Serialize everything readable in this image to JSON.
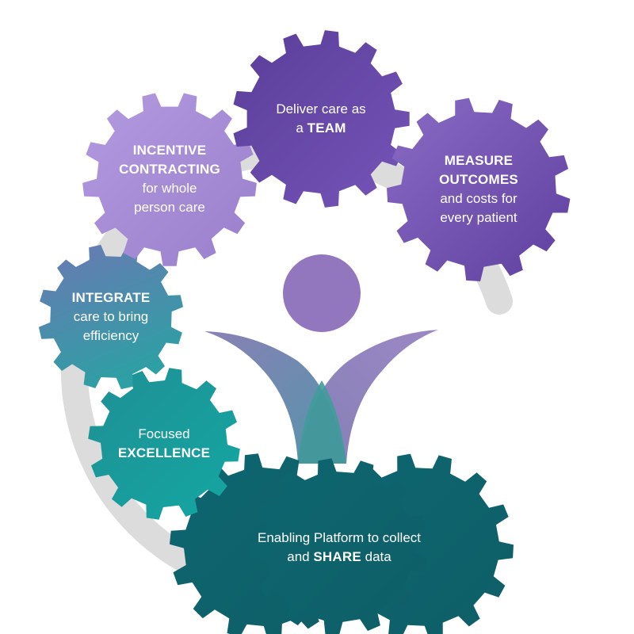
{
  "colors": {
    "ring": "#dcdcdc",
    "gear_light_purple": "#a58bd4",
    "gear_deep_purple": "#6a4bab",
    "gear_purple": "#7454ae",
    "gear_teal_purple": "#5f7fb0",
    "gear_teal": "#1f9a9a",
    "gear_dark_teal": "#0f6a72",
    "logo_head": "#8c6fbb",
    "logo_left_arm": "#5f78a8",
    "logo_right_arm": "#7a67ad",
    "logo_center": "#3f9c9a"
  },
  "gears": {
    "incentive": {
      "strong1": "INCENTIVE",
      "strong2": "CONTRACTING",
      "line3": "for whole",
      "line4": "person care"
    },
    "team": {
      "line1": "Deliver care as",
      "prefix": "a",
      "strong": "TEAM"
    },
    "measure": {
      "strong1": "MEASURE",
      "strong2": "OUTCOMES",
      "line3": "and costs for",
      "line4": "every patient"
    },
    "integrate": {
      "strong": "INTEGRATE",
      "line2": "care to bring",
      "line3": "efficiency"
    },
    "focused": {
      "line1": "Focused",
      "strong": "EXCELLENCE"
    },
    "platform": {
      "line1": "Enabling Platform to collect",
      "prefix": "and",
      "strong": "SHARE",
      "suffix": "data"
    }
  },
  "icons": {
    "logo": "person-with-raised-arms-icon"
  }
}
